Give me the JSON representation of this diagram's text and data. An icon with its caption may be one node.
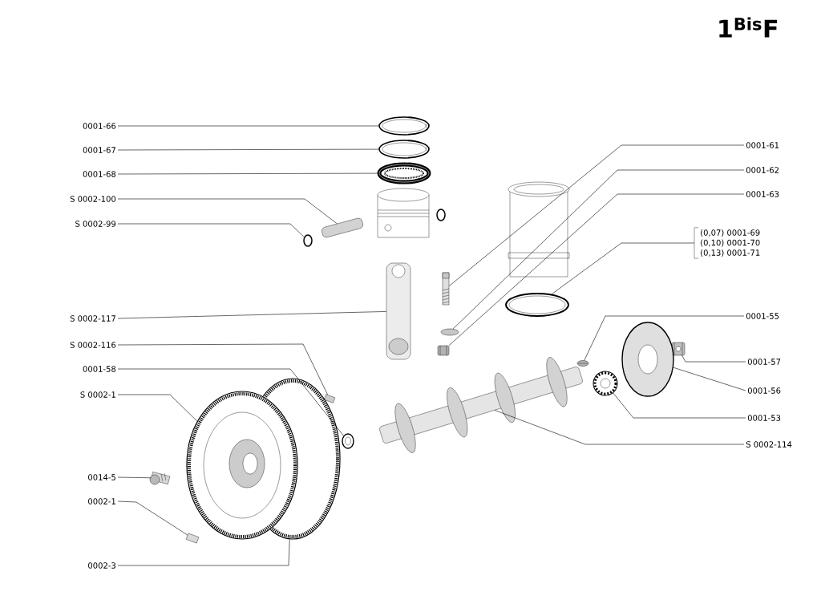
{
  "diagram": {
    "title": "1$^{Bis}$F",
    "nodes": [
      {
        "text": [
          "0001-66"
        ]
      },
      {
        "text": [],
        "shape": "picture"
      },
      {
        "text": [
          "0001-67"
        ]
      },
      {
        "text": [],
        "shape": "picture"
      },
      {
        "text": [
          "0001-68"
        ]
      },
      {
        "text": [],
        "shape": "picture"
      },
      {
        "text": [
          "S 0002-100"
        ]
      },
      {
        "text": [],
        "shape": "picture"
      },
      {
        "text": [
          "S 0002-99"
        ]
      },
      {
        "text": [],
        "shape": "picture"
      },
      {
        "text": [
          "0001-61"
        ]
      },
      {
        "text": [],
        "shape": "picture"
      },
      {
        "text": [
          "0001-62"
        ]
      },
      {
        "text": [],
        "shape": "picture"
      },
      {
        "text": [
          "0001-63"
        ]
      },
      {
        "text": [],
        "shape": "picture"
      },
      {
        "text": [
          "(0,07) 0001-69",
          "(0,10) 0001-70",
          "(0,13) 0001-71"
        ]
      },
      {
        "text": [],
        "shape": "picture"
      },
      {
        "text": [
          "S 0002-117"
        ]
      },
      {
        "text": [],
        "shape": "picture"
      },
      {
        "text": [
          "0001-55"
        ]
      },
      {
        "text": [],
        "shape": "picture"
      },
      {
        "text": [
          "S 0002-116"
        ]
      },
      {
        "text": [],
        "shape": "picture"
      },
      {
        "text": [
          "0001-57"
        ]
      },
      {
        "text": [],
        "shape": "picture"
      },
      {
        "text": [
          "0001-58"
        ]
      },
      {
        "text": [],
        "shape": "picture"
      },
      {
        "text": [
          "0001-56"
        ]
      },
      {
        "text": [],
        "shape": "picture"
      },
      {
        "text": [
          "S 0002-1"
        ]
      },
      {
        "text": [],
        "shape": "picture"
      },
      {
        "text": [
          "0001-53"
        ]
      },
      {
        "text": [],
        "shape": "picture"
      },
      {
        "text": [
          "S 0002-114"
        ]
      },
      {
        "text": [],
        "shape": "picture"
      },
      {
        "text": [
          "0014-5"
        ]
      },
      {
        "text": [],
        "shape": "picture"
      },
      {
        "text": [
          "0002-1"
        ]
      },
      {
        "text": [],
        "shape": "picture"
      },
      {
        "text": [
          "0002-3"
        ]
      },
      {
        "text": [],
        "shape": "picture"
      }
    ],
    "edges": [
      {
        "from": 0,
        "to": 1,
        "arrow": "none"
      },
      {
        "from": 2,
        "to": 3,
        "arrow": "none"
      },
      {
        "from": 4,
        "to": 5,
        "arrow": "none"
      },
      {
        "from": 6,
        "to": 7,
        "arrow": "none"
      },
      {
        "from": 8,
        "to": 9,
        "arrow": "none"
      },
      {
        "from": 10,
        "to": 11,
        "arrow": "none"
      },
      {
        "from": 12,
        "to": 13,
        "arrow": "none"
      },
      {
        "from": 14,
        "to": 15,
        "arrow": "none"
      },
      {
        "from": 16,
        "to": 17,
        "arrow": "none"
      },
      {
        "from": 18,
        "to": 19,
        "arrow": "none"
      },
      {
        "from": 20,
        "to": 21,
        "arrow": "none"
      },
      {
        "from": 22,
        "to": 23,
        "arrow": "none"
      },
      {
        "from": 24,
        "to": 25,
        "arrow": "none"
      },
      {
        "from": 26,
        "to": 27,
        "arrow": "none"
      },
      {
        "from": 28,
        "to": 29,
        "arrow": "none"
      },
      {
        "from": 30,
        "to": 31,
        "arrow": "none"
      },
      {
        "from": 32,
        "to": 33,
        "arrow": "none"
      },
      {
        "from": 34,
        "to": 35,
        "arrow": "none"
      },
      {
        "from": 36,
        "to": 37,
        "arrow": "none"
      },
      {
        "from": 38,
        "to": 39,
        "arrow": "none"
      },
      {
        "from": 40,
        "to": 41,
        "arrow": "none"
      }
    ]
  }
}
